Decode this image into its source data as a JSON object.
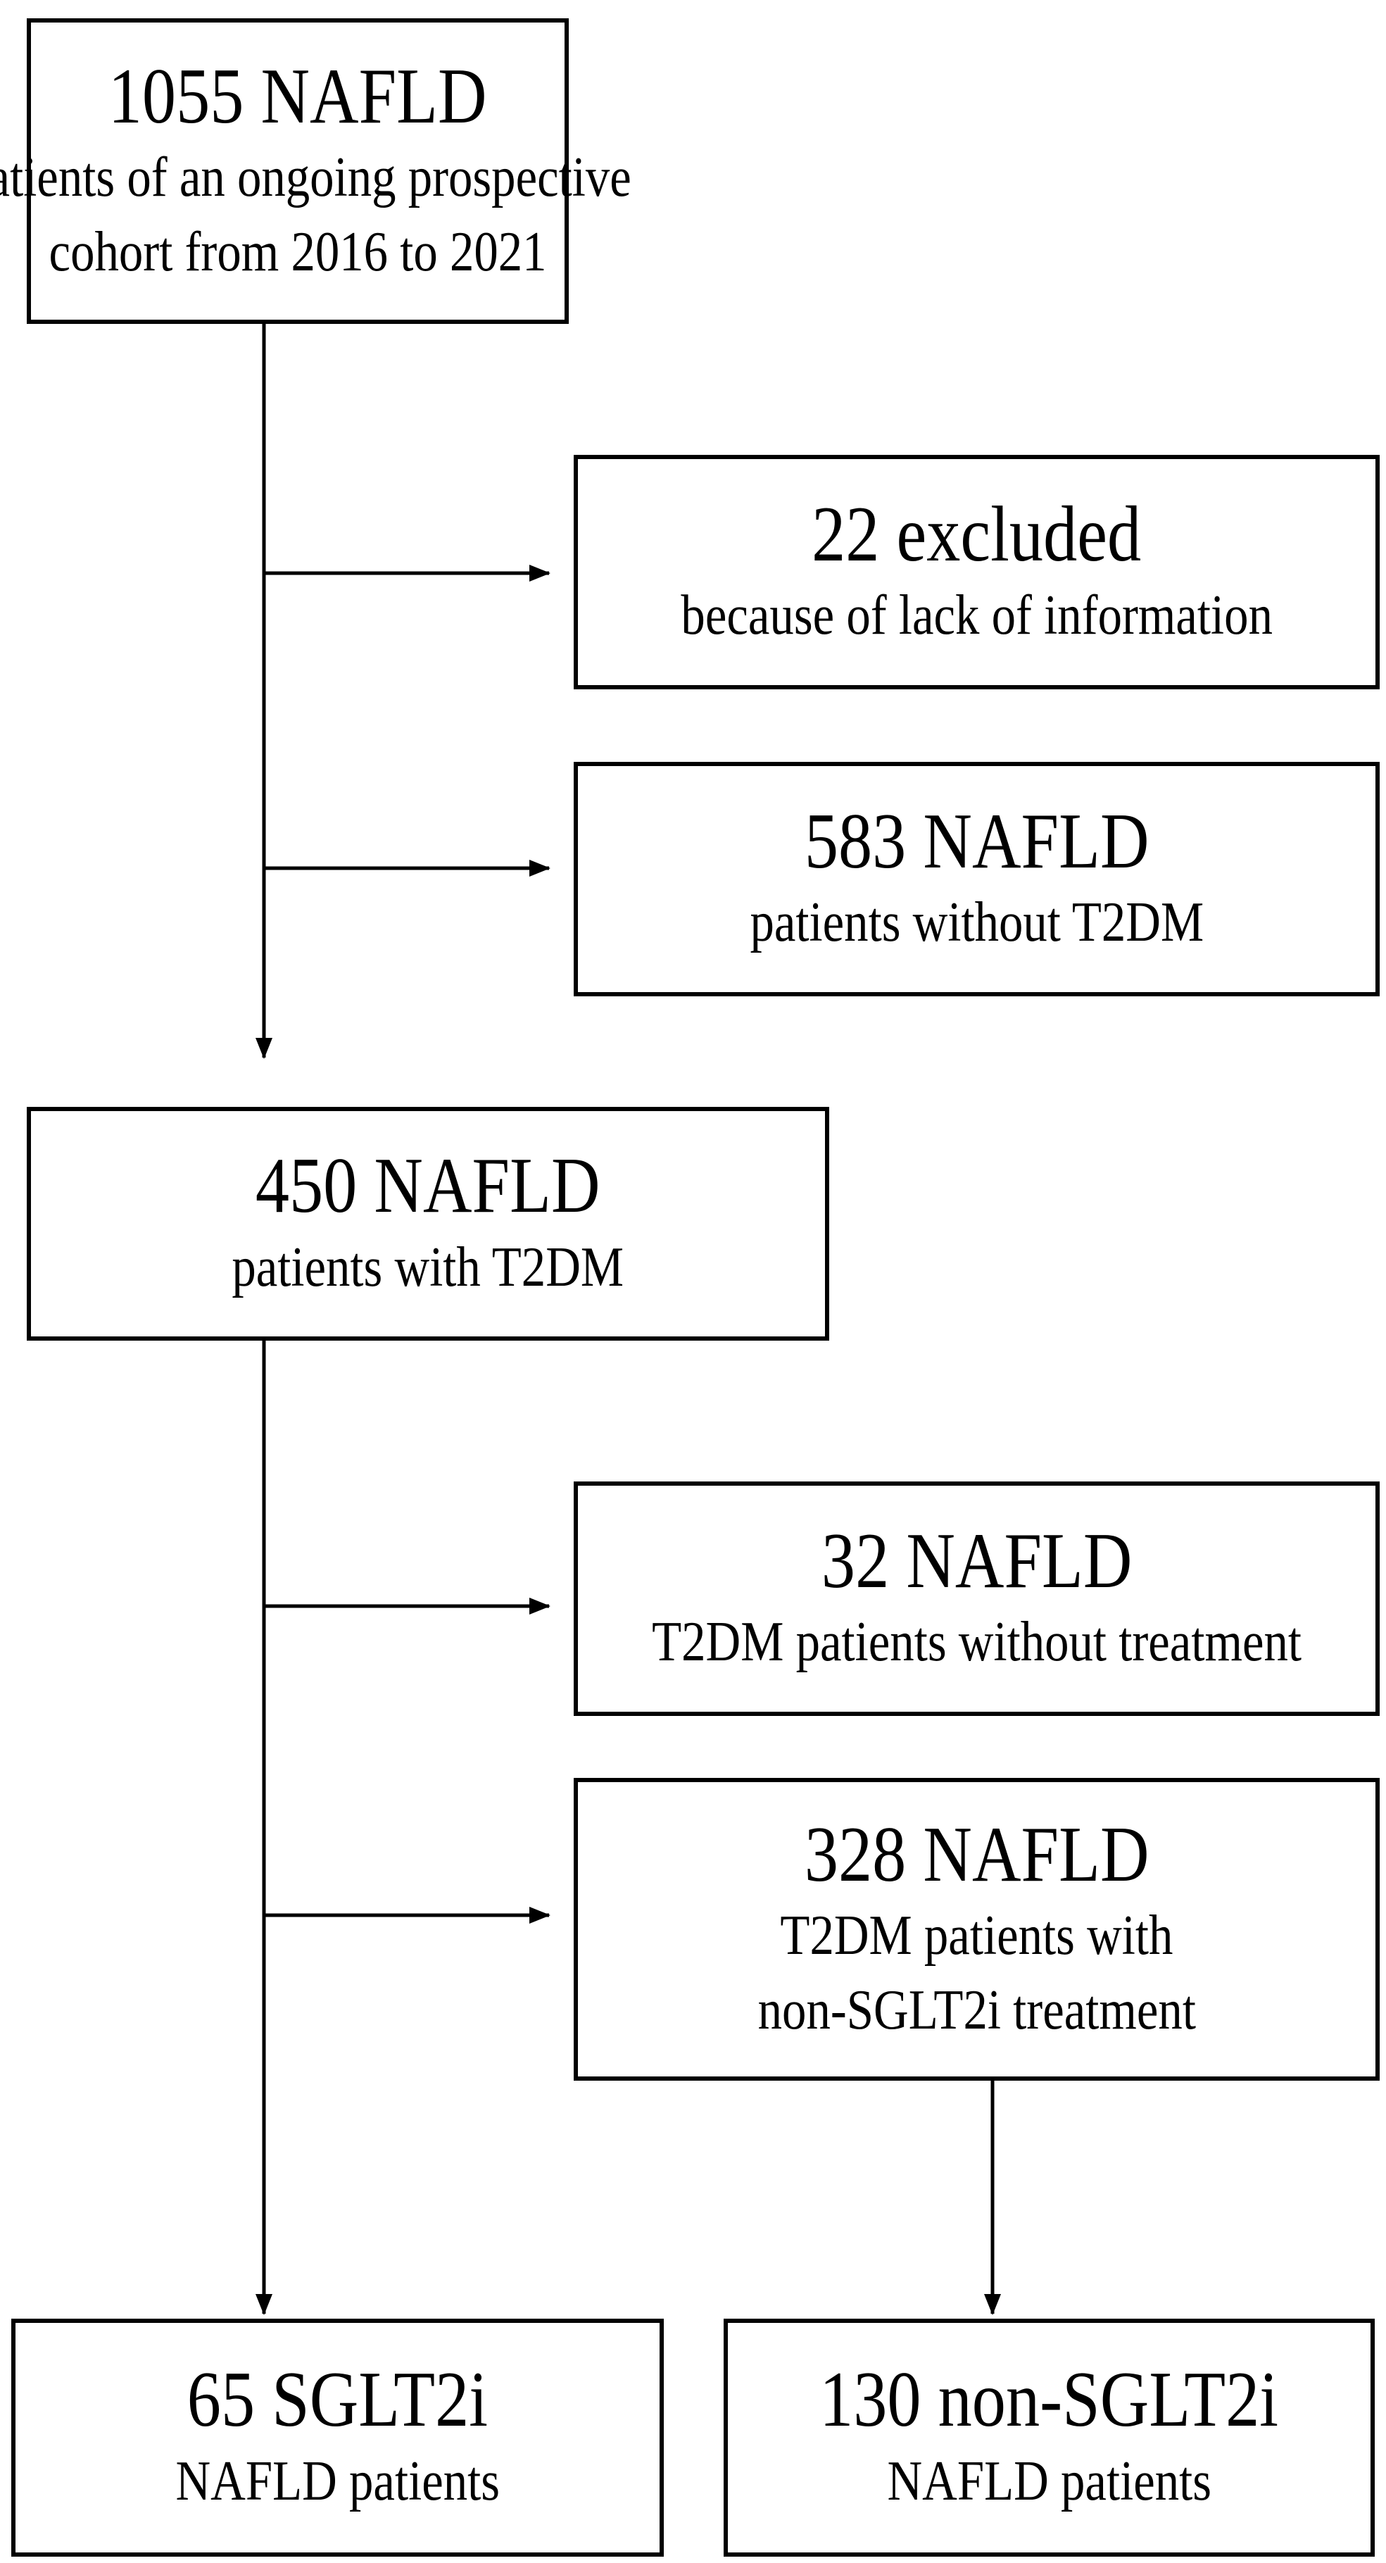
{
  "flowchart": {
    "nodes": {
      "cohort": {
        "title": "1055 NAFLD",
        "lines": [
          "patients of an ongoing prospective",
          "cohort from 2016 to 2021"
        ]
      },
      "excluded": {
        "title": "22 excluded",
        "lines": [
          "because of lack of information"
        ]
      },
      "without_t2dm": {
        "title": "583 NAFLD",
        "lines": [
          "patients without T2DM"
        ]
      },
      "with_t2dm": {
        "title": "450 NAFLD",
        "lines": [
          "patients with T2DM"
        ]
      },
      "no_treatment": {
        "title": "32 NAFLD",
        "lines": [
          "T2DM patients without treatment"
        ]
      },
      "non_sglt2i_treatment": {
        "title": "328 NAFLD",
        "lines": [
          "T2DM patients with",
          "non-SGLT2i treatment"
        ]
      },
      "sglt2i_group": {
        "title": "65 SGLT2i",
        "lines": [
          "NAFLD patients"
        ]
      },
      "non_sglt2i_group": {
        "title": "130 non-SGLT2i",
        "lines": [
          "NAFLD patients"
        ]
      }
    },
    "edges": [
      {
        "from": "cohort",
        "to": "excluded"
      },
      {
        "from": "cohort",
        "to": "without_t2dm"
      },
      {
        "from": "cohort",
        "to": "with_t2dm"
      },
      {
        "from": "with_t2dm",
        "to": "no_treatment"
      },
      {
        "from": "with_t2dm",
        "to": "non_sglt2i_treatment"
      },
      {
        "from": "with_t2dm",
        "to": "sglt2i_group"
      },
      {
        "from": "non_sglt2i_treatment",
        "to": "non_sglt2i_group"
      }
    ],
    "colors": {
      "line": "#000000",
      "box_fill": "#ffffff",
      "text": "#000000"
    }
  }
}
